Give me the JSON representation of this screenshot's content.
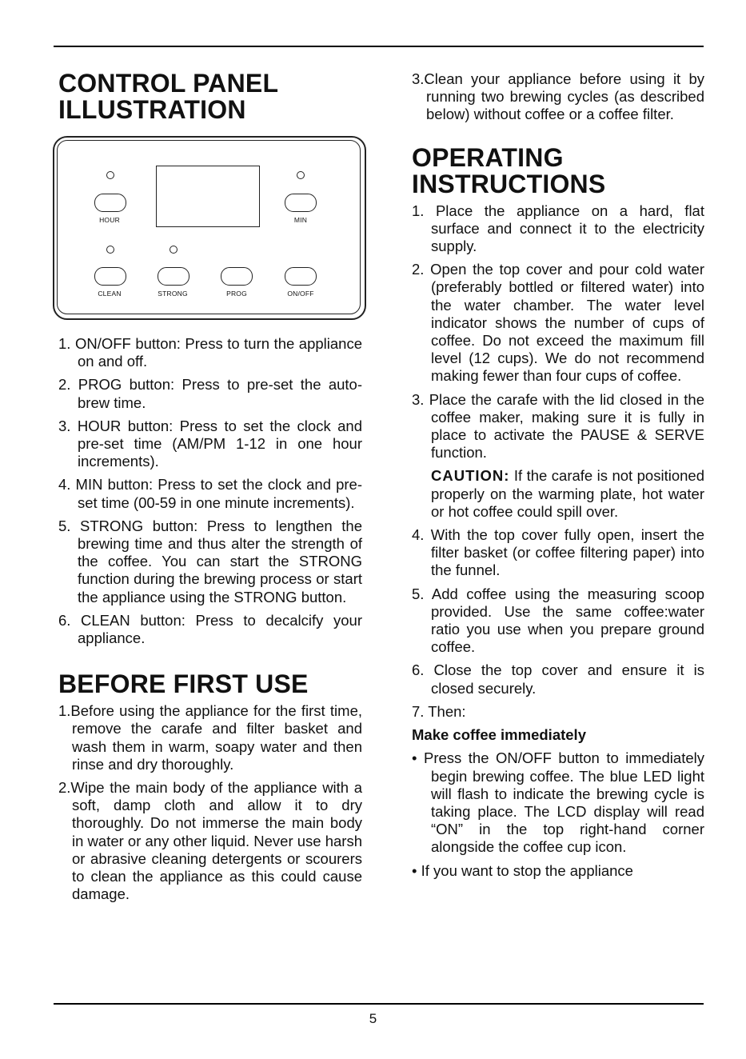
{
  "page_number": "5",
  "left": {
    "title_control_panel": "CONTROL PANEL ILLUSTRATION",
    "panel_labels": {
      "hour": "HOUR",
      "min": "MIN",
      "clean": "CLEAN",
      "strong": "STRONG",
      "prog": "PROG",
      "onoff": "ON/OFF"
    },
    "controls": [
      "1. ON/OFF button: Press to turn the appliance on and off.",
      "2. PROG button: Press to pre-set the auto-brew time.",
      "3. HOUR button: Press to set the clock and pre-set time (AM/PM 1-12 in one hour increments).",
      "4. MIN button: Press to set the clock and pre-set time (00-59 in one minute increments).",
      "5. STRONG button: Press to lengthen the brewing time and thus alter the strength of the coffee. You can start the STRONG function during the brewing process or start the appliance using the STRONG button.",
      "6. CLEAN button: Press to decalcify your appliance."
    ],
    "title_before_first_use": "BEFORE FIRST USE",
    "before_first_use": [
      "1.Before using the appliance for the first time, remove the carafe and filter basket and wash them in warm, soapy water and then rinse and dry thoroughly.",
      "2.Wipe the main body of the appliance with a soft, damp cloth and allow it to dry thoroughly. Do not immerse the main body in water or any other liquid. Never use harsh or abrasive cleaning detergents or scourers to clean the appliance as this could cause damage."
    ]
  },
  "right": {
    "before_first_use_3": "3.Clean your appliance before using it by running two brewing cycles (as described below) without coffee or a coffee filter.",
    "title_operating": "OPERATING INSTRUCTIONS",
    "steps": [
      "1. Place the appliance on a hard, flat surface and connect it to the electricity supply.",
      "2. Open the top cover and pour cold water (preferably bottled or filtered water) into the water chamber. The water level indicator shows the number of cups of coffee. Do not exceed the maximum fill level (12 cups). We do not recommend making fewer than four cups of coffee.",
      "3. Place the carafe with the lid closed in the coffee maker, making sure it is fully in place to activate the PAUSE & SERVE function."
    ],
    "caution_label": "CAUTION:",
    "caution_text": " If the carafe is not positioned properly on the warming plate, hot water or hot coffee could spill over.",
    "steps_2": [
      "4. With the top cover fully open, insert the filter basket (or coffee filtering paper) into the funnel.",
      "5. Add coffee using the measuring scoop provided. Use the same coffee:water ratio you use when you prepare ground coffee.",
      "6. Close the top cover and ensure it is closed securely."
    ],
    "step_7": "7. Then:",
    "subhead_immediately": "Make coffee immediately",
    "bullets": [
      "• Press the ON/OFF button to immediately begin brewing coffee. The blue LED light will flash to indicate the brewing cycle is taking place. The LCD display will read “ON” in the top right-hand corner alongside the coffee cup icon.",
      "• If you want to stop the appliance"
    ]
  }
}
